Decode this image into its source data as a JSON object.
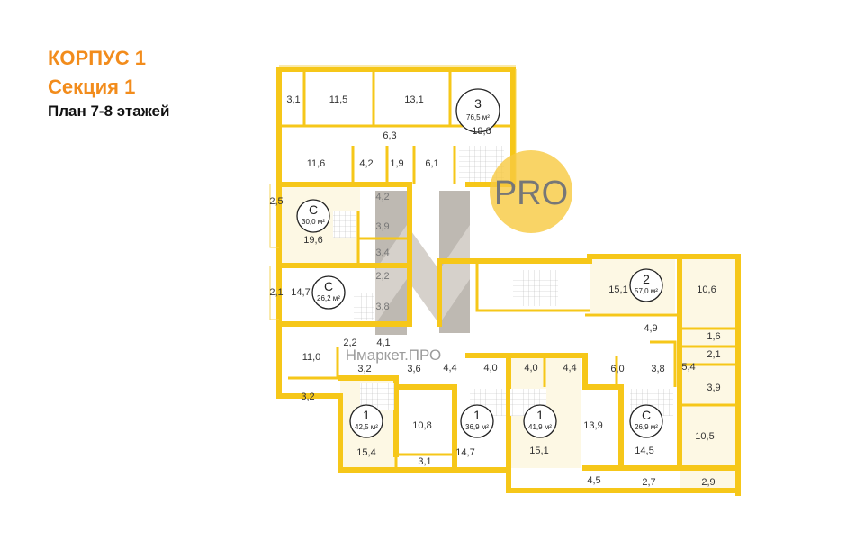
{
  "header": {
    "building": "КОРПУС 1",
    "section": "Секция 1",
    "plan": "План 7-8 этажей"
  },
  "watermark": {
    "badge": "PRO",
    "site": "Нмаркет.ПРО"
  },
  "colors": {
    "wall": "#f6c719",
    "heading": "#f28c1c",
    "apartment_fill": "#fdf8e4"
  },
  "apartments": [
    {
      "type": "3",
      "area": "76,5 м²"
    },
    {
      "type": "С",
      "area": "30,0 м²"
    },
    {
      "type": "С",
      "area": "26,2 м²"
    },
    {
      "type": "2",
      "area": "57,0 м²"
    },
    {
      "type": "1",
      "area": "42,5 м²"
    },
    {
      "type": "1",
      "area": "36,9 м²"
    },
    {
      "type": "1",
      "area": "41,9 м²"
    },
    {
      "type": "С",
      "area": "26,9 м²"
    }
  ],
  "rooms": [
    "3,1",
    "11,5",
    "13,1",
    "18,8",
    "6,3",
    "11,6",
    "4,2",
    "1,9",
    "6,1",
    "2,5",
    "4,2",
    "3,9",
    "19,6",
    "3,4",
    "2,2",
    "2,1",
    "14,7",
    "3,8",
    "11,0",
    "2,2",
    "4,1",
    "3,2",
    "3,6",
    "4,4",
    "4,0",
    "4,0",
    "4,4",
    "6,0",
    "3,8",
    "5,4",
    "1,6",
    "2,1",
    "3,9",
    "3,2",
    "10,8",
    "15,4",
    "3,1",
    "14,7",
    "15,1",
    "13,9",
    "14,5",
    "10,5",
    "4,5",
    "2,7",
    "2,9",
    "15,1",
    "10,6",
    "4,9"
  ]
}
